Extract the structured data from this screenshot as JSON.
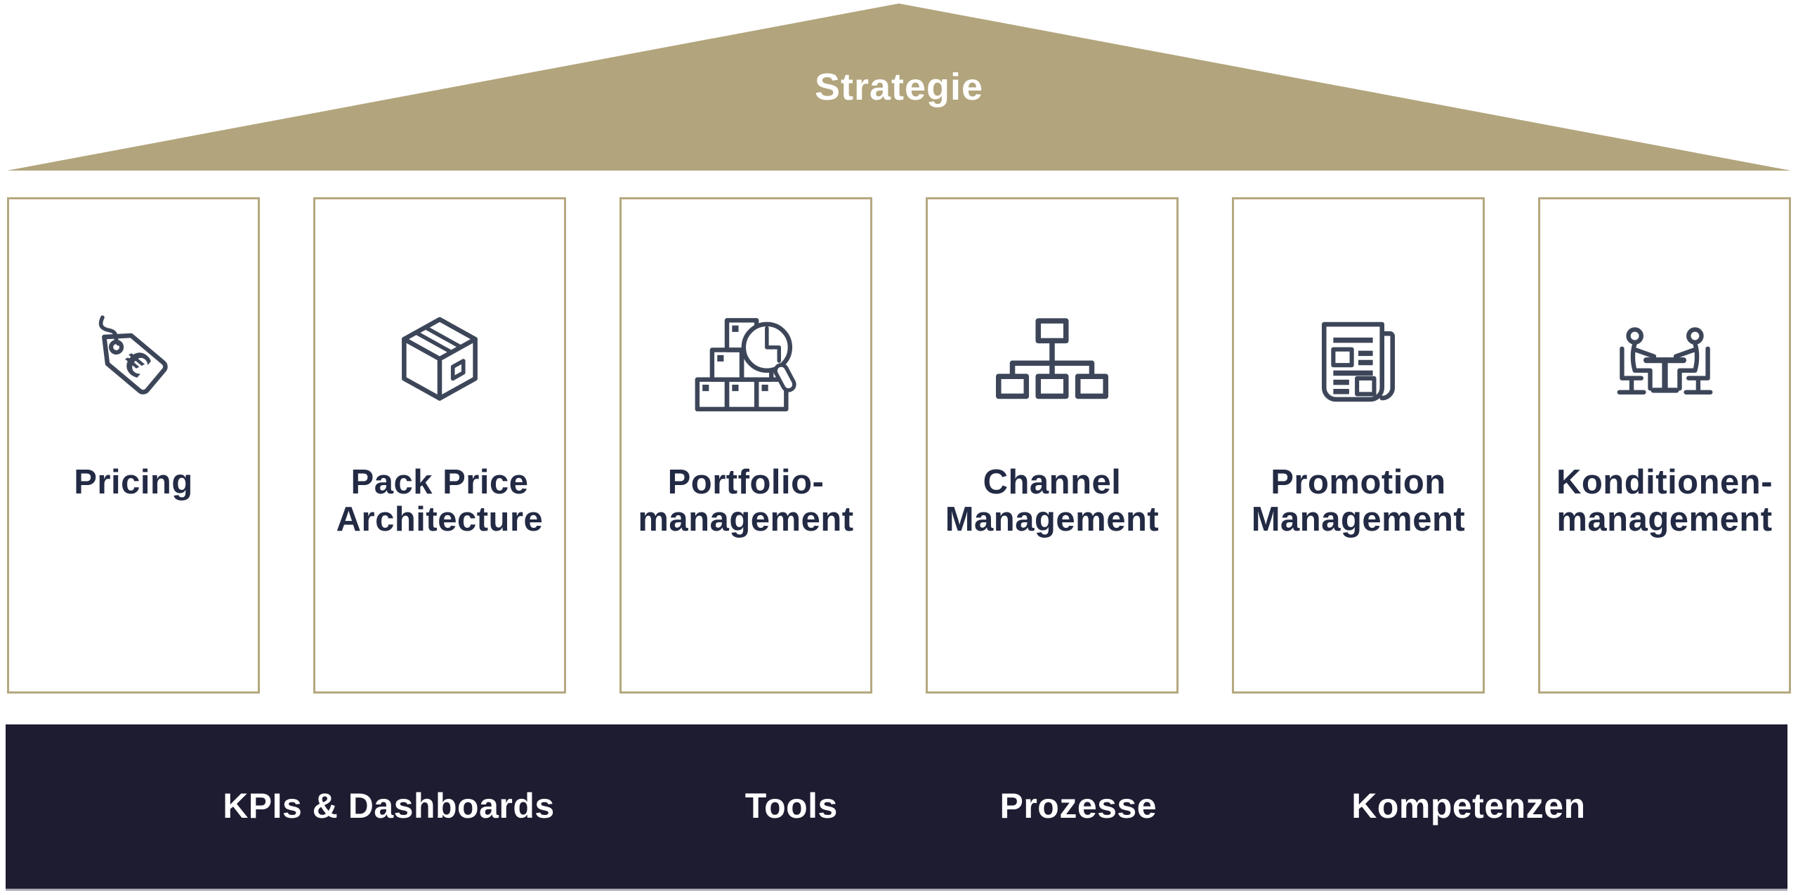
{
  "diagram": {
    "roof": {
      "label": "Strategie"
    },
    "pillars": [
      {
        "icon": "price-tag-euro-icon",
        "line1": "Pricing",
        "line2": ""
      },
      {
        "icon": "package-box-icon",
        "line1": "Pack Price",
        "line2": "Architecture"
      },
      {
        "icon": "boxes-magnifying-glass-icon",
        "line1": "Portfolio-",
        "line2": "management"
      },
      {
        "icon": "org-chart-icon",
        "line1": "Channel",
        "line2": "Management"
      },
      {
        "icon": "newspaper-icon",
        "line1": "Promotion",
        "line2": "Management"
      },
      {
        "icon": "negotiation-table-icon",
        "line1": "Konditionen-",
        "line2": "management"
      }
    ],
    "foundation": {
      "items": [
        "KPIs & Dashboards",
        "Tools",
        "Prozesse",
        "Kompetenzen"
      ]
    }
  },
  "colors": {
    "roof-gold": "#b2a47c",
    "pillar-border": "#b5a87f",
    "foundation-navy": "#1e1c31",
    "foundation-border": "#a9aab4",
    "label-navy": "#232a44",
    "icon-stroke": "#3d4659",
    "light-text": "#ffffff",
    "background": "#ffffff"
  }
}
